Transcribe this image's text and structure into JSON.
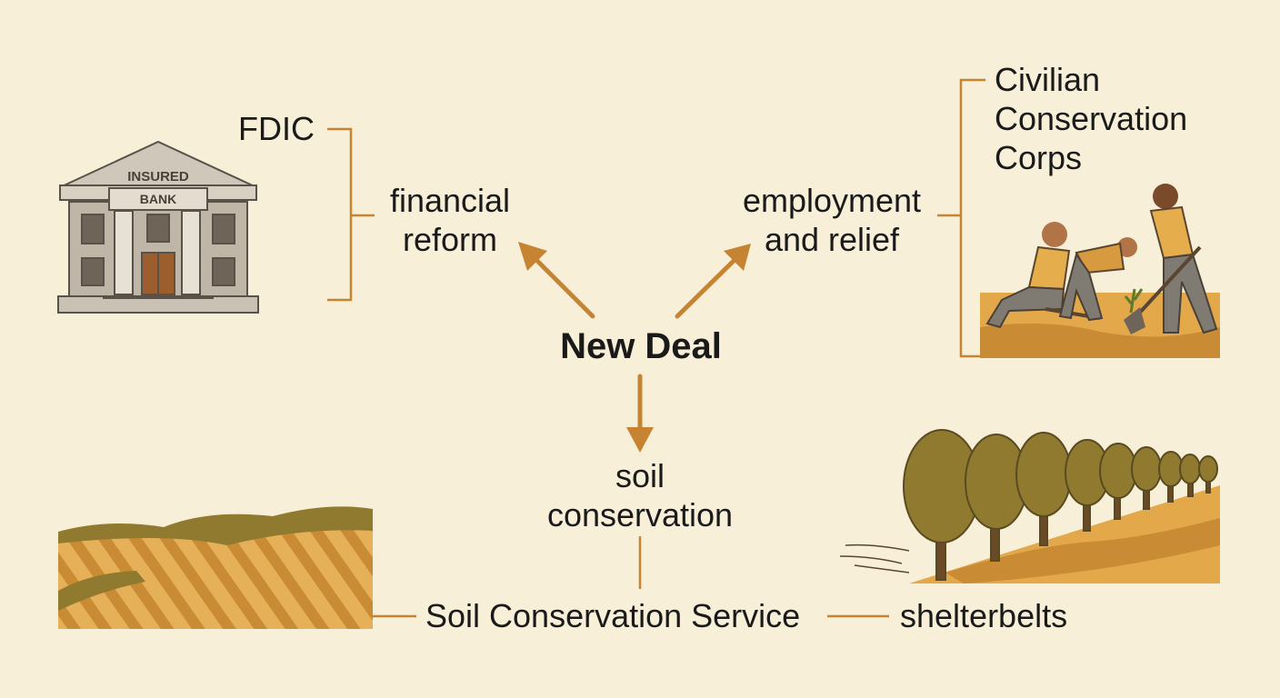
{
  "center": {
    "title": "New Deal"
  },
  "financial": {
    "branch_line1": "financial",
    "branch_line2": "reform",
    "agency": "FDIC",
    "bank_sign_top": "INSURED",
    "bank_sign_bottom": "BANK"
  },
  "employment": {
    "branch_line1": "employment",
    "branch_line2": "and relief",
    "agency_line1": "Civilian",
    "agency_line2": "Conservation",
    "agency_line3": "Corps"
  },
  "soil": {
    "branch_line1": "soil",
    "branch_line2": "conservation",
    "agency": "Soil Conservation Service",
    "practice": "shelterbelts"
  },
  "colors": {
    "background": "#f7efd8",
    "arrow": "#c68432",
    "text": "#1a1a1a",
    "field_gold": "#e2a84a",
    "tree_olive": "#8f7a30"
  }
}
